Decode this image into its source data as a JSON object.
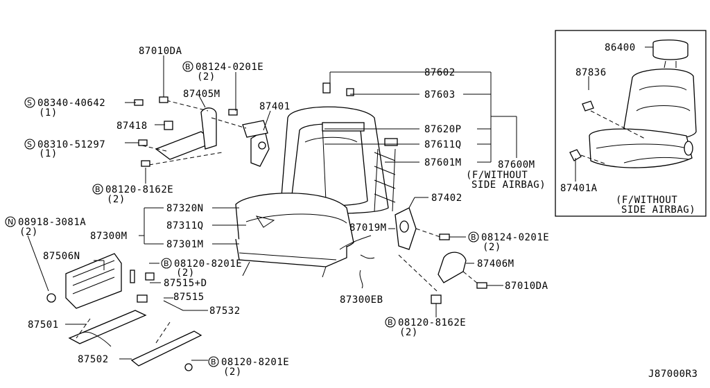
{
  "labels": {
    "p87010DA_top": "87010DA",
    "b08124_top": "08124-0201E",
    "b08124_top_qty": "(2)",
    "s08340": "08340-40642",
    "s08340_qty": "(1)",
    "p87405M": "87405M",
    "p87401": "87401",
    "p87418": "87418",
    "s08310": "08310-51297",
    "s08310_qty": "(1)",
    "b08120_left": "08120-8162E",
    "b08120_left_qty": "(2)",
    "p87602": "87602",
    "p87603": "87603",
    "p87620P": "87620P",
    "p87611Q": "87611Q",
    "p87601M": "87601M",
    "p87600M": "87600M",
    "fwithout_center_1": "(F/WITHOUT",
    "fwithout_center_2": "SIDE AIRBAG)",
    "p87402": "87402",
    "p87320N": "87320N",
    "p87311Q": "87311Q",
    "p87300M": "87300M",
    "p87301M": "87301M",
    "p87019M": "87019M",
    "n08918": "08918-3081A",
    "n08918_qty": "(2)",
    "b08124_right": "08124-0201E",
    "b08124_right_qty": "(2)",
    "p87506N": "87506N",
    "b08120_8201_mid": "08120-8201E",
    "b08120_8201_mid_qty": "(2)",
    "p87515D": "87515+D",
    "p87406M": "87406M",
    "p87010DA_right": "87010DA",
    "p87515": "87515",
    "p87532": "87532",
    "p87300EB": "87300EB",
    "p87501": "87501",
    "b08120_right": "08120-8162E",
    "b08120_right_qty": "(2)",
    "p87502": "87502",
    "b08120_8201_bot": "08120-8201E",
    "b08120_8201_bot_qty": "(2)",
    "p86400": "86400",
    "p87836": "87836",
    "p87401A": "87401A",
    "fwithout_inset_1": "(F/WITHOUT",
    "fwithout_inset_2": "SIDE AIRBAG)",
    "diagram_id": "J87000R3"
  },
  "symbols": {
    "s": "S",
    "b": "B",
    "n": "N"
  }
}
